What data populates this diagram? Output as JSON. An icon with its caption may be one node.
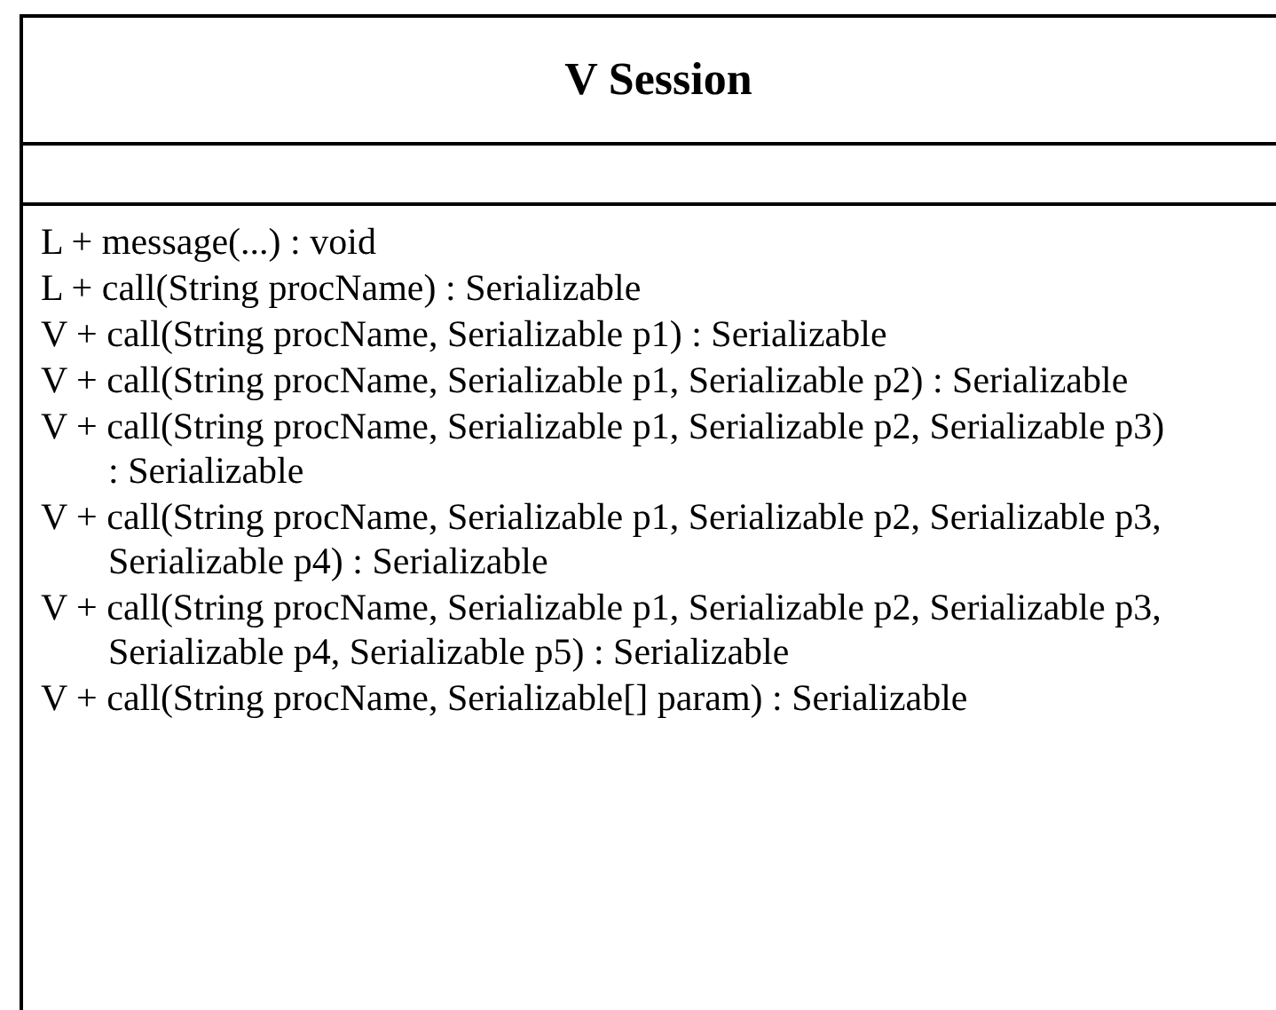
{
  "diagram": {
    "nodes": [
      {
        "text": [
          "V Session",
          "L + message(...) : void",
          "L + call(String procName) : Serializable",
          "V + call(String procName, Serializable p1) : Serializable",
          "V + call(String procName, Serializable p1, Serializable p2) : Serializable",
          "V + call(String procName, Serializable p1, Serializable p2, Serializable p3) : Serializable",
          "V + call(String procName, Serializable p1, Serializable p2, Serializable p3, Serializable p4) : Serializable",
          "V + call(String procName, Serializable p1, Serializable p2, Serializable p3, Serializable p4, Serializable p5) : Serializable",
          "V + call(String procName, Serializable[] param) : Serializable"
        ]
      }
    ]
  }
}
